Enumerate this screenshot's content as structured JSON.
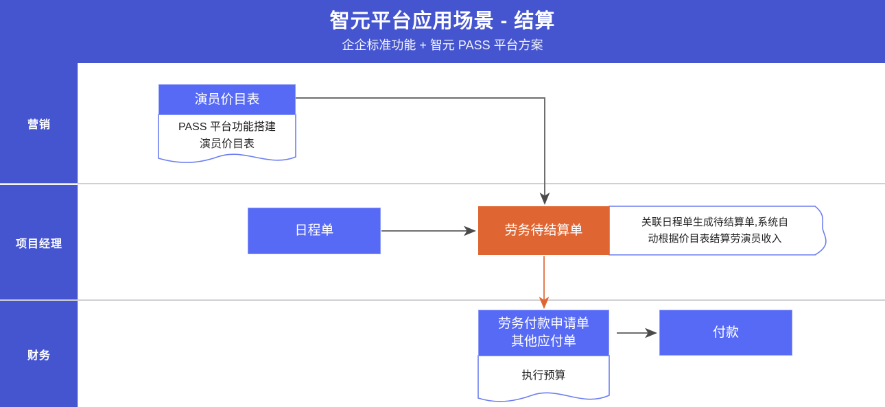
{
  "header": {
    "title": "智元平台应用场景 - 结算",
    "subtitle": "企企标准功能 + 智元 PASS 平台方案",
    "bg_color": "#4555d0"
  },
  "colors": {
    "lane_blue": "#4555d0",
    "node_blue": "#576af5",
    "node_orange": "#df6632",
    "note_border": "#6c7ef0",
    "arrow_gray": "#555555",
    "arrow_orange": "#df6632",
    "divider": "#cfcfd4"
  },
  "lanes": [
    {
      "label": "营销"
    },
    {
      "label": "项目经理"
    },
    {
      "label": "财务"
    }
  ],
  "nodes": [
    {
      "id": "actor-price-list",
      "label": "演员价目表",
      "color": "blue",
      "lane": 0
    },
    {
      "id": "schedule-order",
      "label": "日程单",
      "color": "blue",
      "lane": 1
    },
    {
      "id": "labor-pending-settle",
      "label": "劳务待结算单",
      "color": "orange",
      "lane": 1
    },
    {
      "id": "labor-payment-request",
      "label": "劳务付款申请单\n其他应付单",
      "color": "blue",
      "lane": 2
    },
    {
      "id": "payment",
      "label": "付款",
      "color": "blue",
      "lane": 2
    }
  ],
  "notes": [
    {
      "id": "note-actor-price-list",
      "text": "PASS 平台功能搭建\n演员价目表",
      "attached_to": "actor-price-list"
    },
    {
      "id": "note-labor-pending-settle",
      "text": "关联日程单生成待结算单,系统自\n动根据价目表结算劳演员收入",
      "attached_to": "labor-pending-settle"
    },
    {
      "id": "note-labor-payment-request",
      "text": "执行预算",
      "attached_to": "labor-payment-request"
    }
  ],
  "connectors": [
    {
      "id": "conn-price-to-pending",
      "from": "actor-price-list",
      "to": "labor-pending-settle",
      "style": "elbow",
      "color": "gray"
    },
    {
      "id": "conn-schedule-to-pending",
      "from": "schedule-order",
      "to": "labor-pending-settle",
      "style": "straight",
      "color": "gray"
    },
    {
      "id": "conn-pending-to-request",
      "from": "labor-pending-settle",
      "to": "labor-payment-request",
      "style": "vertical",
      "color": "orange"
    },
    {
      "id": "conn-request-to-payment",
      "from": "labor-payment-request",
      "to": "payment",
      "style": "straight",
      "color": "gray"
    }
  ]
}
